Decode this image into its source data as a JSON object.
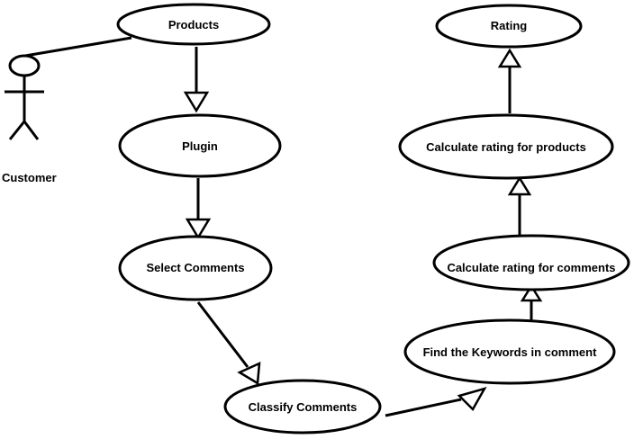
{
  "actor": {
    "label": "Customer"
  },
  "nodes": {
    "products": "Products",
    "plugin": "Plugin",
    "select_comments": "Select Comments",
    "classify_comments": "Classify Comments",
    "find_keywords": "Find the Keywords in comment",
    "calc_comments": "Calculate rating for comments",
    "calc_products": "Calculate rating for products",
    "rating": "Rating"
  },
  "edges": [
    {
      "from": "products",
      "to": "plugin"
    },
    {
      "from": "plugin",
      "to": "select_comments"
    },
    {
      "from": "select_comments",
      "to": "classify_comments"
    },
    {
      "from": "classify_comments",
      "to": "find_keywords"
    },
    {
      "from": "find_keywords",
      "to": "calc_comments"
    },
    {
      "from": "calc_comments",
      "to": "calc_products"
    },
    {
      "from": "calc_products",
      "to": "rating"
    }
  ],
  "associations": [
    {
      "from": "customer",
      "to": "products"
    }
  ]
}
